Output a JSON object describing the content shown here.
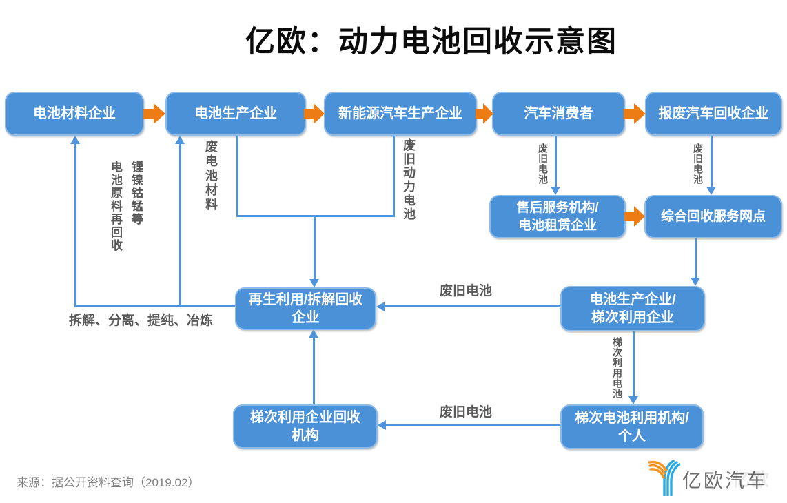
{
  "title": "亿欧：动力电池回收示意图",
  "boxes": {
    "battery_material": "电池材料企业",
    "battery_producer": "电池生产企业",
    "nev_producer": "新能源汽车生产企业",
    "car_consumer": "汽车消费者",
    "scrap_car_recycler": "报废汽车回收企业",
    "after_sales": "售后服务机构/\n电池租赁企业",
    "recycle_network": "综合回收服务网点",
    "regeneration": "再生利用/拆解回收\n企业",
    "producer_echelon": "电池生产企业/\n梯次利用企业",
    "echelon_recycler": "梯次利用企业回收\n机构",
    "echelon_user": "梯次电池利用机构/\n个人"
  },
  "labels": {
    "raw_material_recycle": "锂镍钴锰等\n电池原料再回收",
    "waste_battery_material": "废电池材料",
    "waste_power_battery": "废旧动力电池",
    "waste_battery_v_consumer": "废旧电池",
    "waste_battery_v_scrap": "废旧电池",
    "dismantle_process": "拆解、分离、提纯、冶炼",
    "waste_battery_h_mid": "废旧电池",
    "waste_battery_h_bottom": "废旧电池",
    "echelon_battery": "梯次利用电池"
  },
  "footer": {
    "source": "来源：据公开资料查询（2019.02）",
    "logo_text": "亿欧汽车",
    "watermark_text": "亿欧"
  },
  "colors": {
    "box_fill": "#4A91D8",
    "box_border": "#8CBAE9",
    "connector_blue": "#4F94DB",
    "flow_arrow_orange": "#EE7C15",
    "label_gray": "#595959",
    "logo_orange": "#F7941E",
    "logo_cyan": "#29ABE2"
  }
}
